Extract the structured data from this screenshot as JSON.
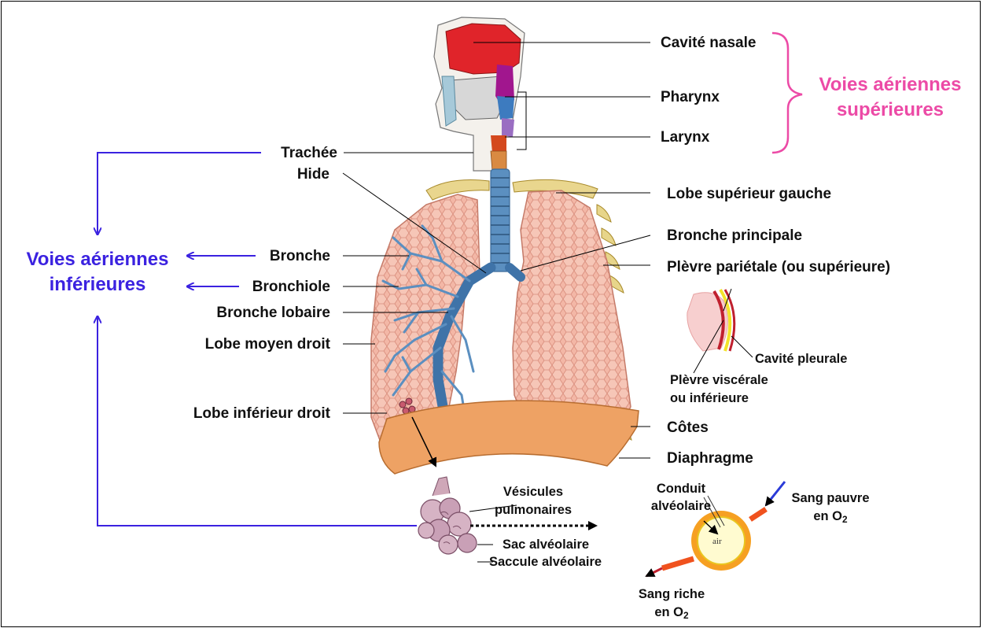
{
  "colors": {
    "upper_group": "#ec4aa6",
    "lower_group": "#3b22e0",
    "lung_fill": "#f1b3a2",
    "bronchi": "#4d7fb0",
    "diaphragm": "#eea264",
    "nasal": "#e02020",
    "leader_line": "#000000"
  },
  "groups": {
    "upper": {
      "line1": "Voies aériennes",
      "line2": "supérieures"
    },
    "lower": {
      "line1": "Voies aériennes",
      "line2": "inférieures"
    }
  },
  "labels": {
    "cavite_nasale": "Cavité nasale",
    "pharynx": "Pharynx",
    "larynx": "Larynx",
    "trachee": "Trachée",
    "hide": "Hide",
    "lobe_sup_gauche": "Lobe supérieur gauche",
    "bronche_principale": "Bronche principale",
    "plevre_parietale": "Plèvre pariétale (ou supérieure)",
    "bronche": "Bronche",
    "bronchiole": "Bronchiole",
    "bronche_lobaire": "Bronche lobaire",
    "lobe_moyen_droit": "Lobe moyen droit",
    "cavite_pleurale": "Cavité pleurale",
    "plevre_viscerale_1": "Plèvre viscérale",
    "plevre_viscerale_2": "ou inférieure",
    "lobe_inf_droit": "Lobe inférieur droit",
    "cotes": "Côtes",
    "diaphragme": "Diaphragme",
    "vesicules_1": "Vésicules",
    "vesicules_2": "pulmonaires",
    "sac_alveolaire": "Sac alvéolaire",
    "saccule_alveolaire": "Saccule alvéolaire",
    "conduit_1": "Conduit",
    "conduit_2": "alvéolaire",
    "sang_pauvre_1": "Sang pauvre",
    "sang_pauvre_2": "en O",
    "sang_riche_1": "Sang riche",
    "sang_riche_2": "en O",
    "o2_subscript": "2",
    "air": "air"
  }
}
